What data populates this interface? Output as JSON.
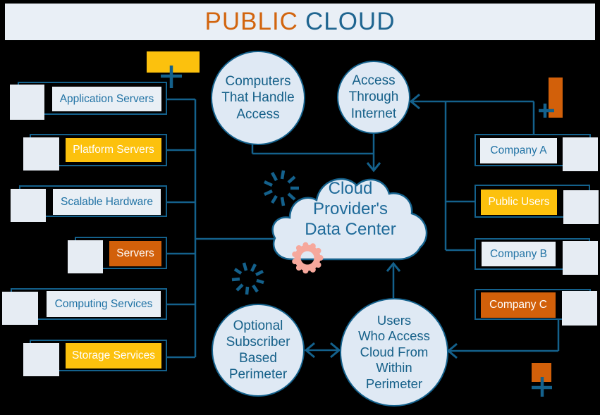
{
  "title": {
    "word1": "PUBLIC",
    "word2": "CLOUD"
  },
  "left_column": {
    "items": [
      {
        "label": "Application Servers",
        "variant": "light"
      },
      {
        "label": "Platform Servers",
        "variant": "yellow"
      },
      {
        "label": "Scalable Hardware",
        "variant": "light"
      },
      {
        "label": "Servers",
        "variant": "orange"
      },
      {
        "label": "Computing Services",
        "variant": "light"
      },
      {
        "label": "Storage Services",
        "variant": "yellow"
      }
    ]
  },
  "right_column": {
    "items": [
      {
        "label": "Company A",
        "variant": "light"
      },
      {
        "label": "Public Users",
        "variant": "yellow"
      },
      {
        "label": "Company B",
        "variant": "light"
      },
      {
        "label": "Company C",
        "variant": "orange"
      }
    ]
  },
  "nodes": {
    "computers": "Computers\nThat Handle\nAccess",
    "internet": "Access\nThrough\nInternet",
    "cloud": "Cloud\nProvider's\nData Center",
    "optional_perimeter": "Optional\nSubscriber\nBased\nPerimeter",
    "users_within": "Users\nWho Access\nCloud From\nWithin\nPerimeter"
  },
  "colors": {
    "background": "#000000",
    "header_bg": "#e9eff6",
    "title_orange": "#d2650f",
    "title_blue": "#1f6590",
    "line_blue": "#14618c",
    "node_fill": "#dfe9f4",
    "light_fill": "#e9eff5",
    "accent_yellow": "#fcc10d",
    "accent_orange": "#d2600a",
    "gear_salmon": "#f6a89c",
    "box_text_blue": "#2173a5"
  }
}
